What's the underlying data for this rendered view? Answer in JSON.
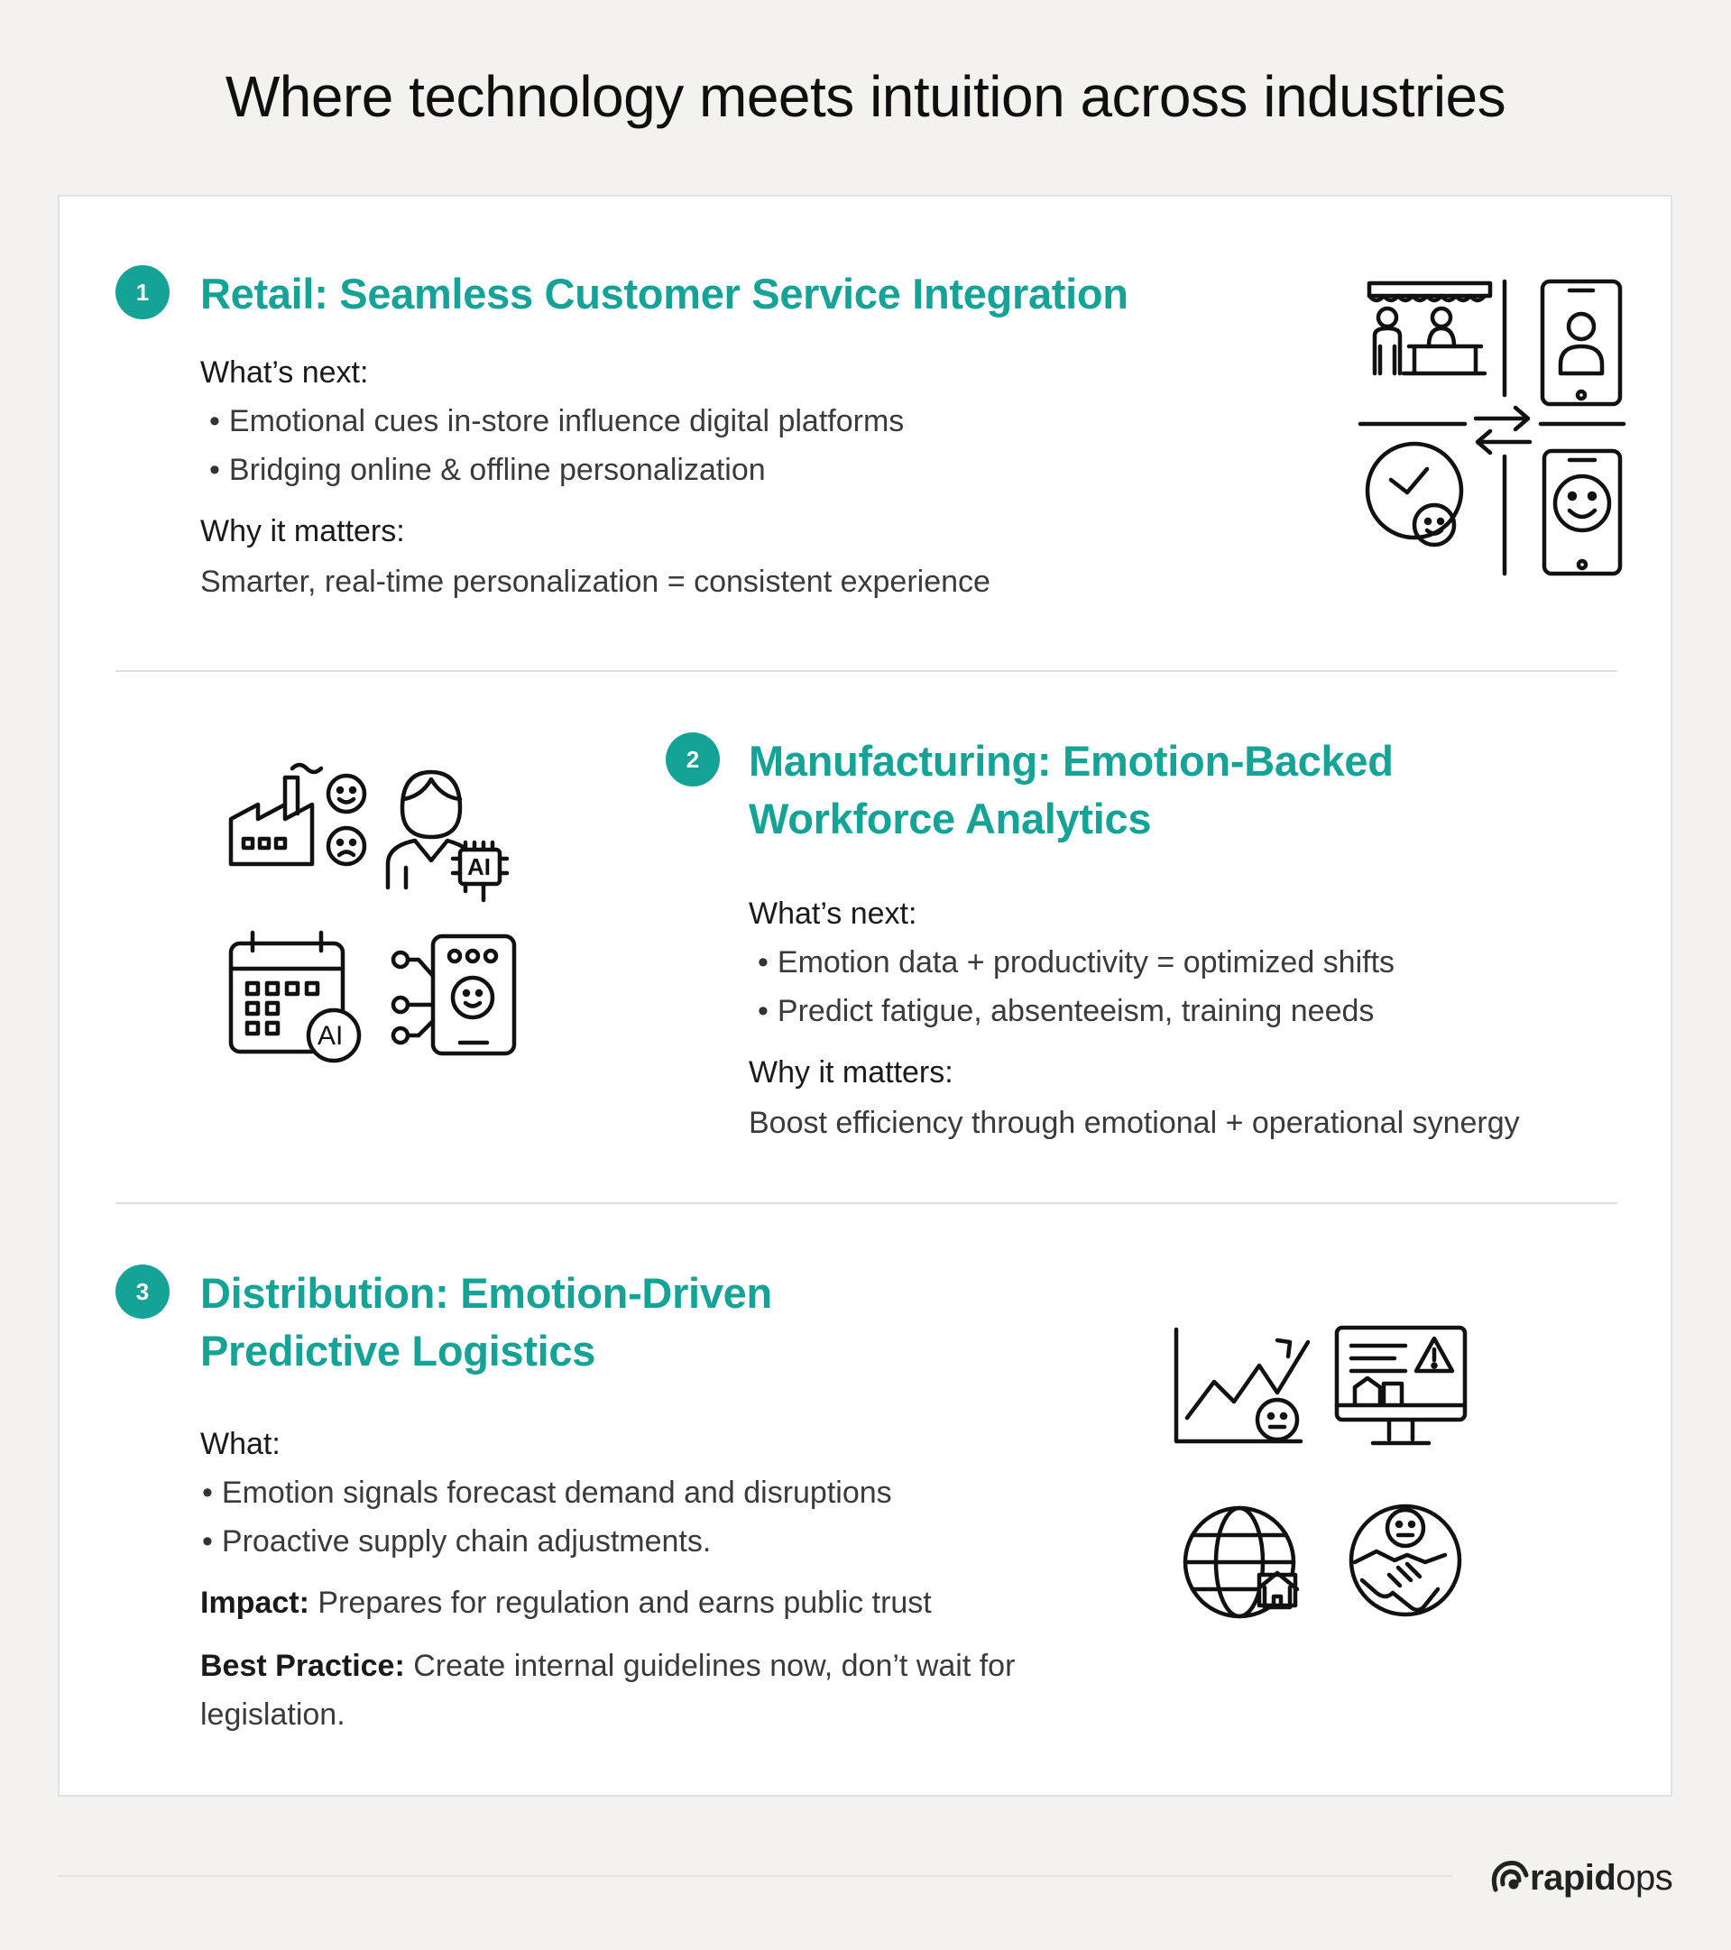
{
  "title": "Where technology meets intuition across industries",
  "sections": [
    {
      "number": "1",
      "heading_lines": [
        "Retail: Seamless Customer Service Integration"
      ],
      "next_label": "What’s next:",
      "bullets": [
        "Emotional cues in-store influence digital platforms",
        "Bridging online & offline personalization"
      ],
      "why_label": "Why it matters:",
      "why_text": "Smarter, real-time personalization = consistent experience"
    },
    {
      "number": "2",
      "heading_lines": [
        "Manufacturing: Emotion-Backed",
        "Workforce Analytics"
      ],
      "next_label": "What’s next:",
      "bullets": [
        "Emotion data + productivity = optimized shifts",
        "Predict fatigue, absenteeism, training needs"
      ],
      "why_label": "Why it matters:",
      "why_text": "Boost efficiency through emotional + operational synergy"
    },
    {
      "number": "3",
      "heading_lines": [
        "Distribution: Emotion-Driven",
        "Predictive Logistics"
      ],
      "next_label": "What:",
      "bullets": [
        "Emotion signals forecast demand and disruptions",
        "Proactive supply chain adjustments."
      ],
      "impact_label": "Impact:",
      "impact_text": "Prepares for regulation and earns public trust",
      "practice_label": "Best Practice:",
      "practice_text_1": "Create internal guidelines now, don’t wait for",
      "practice_text_2": "legislation."
    }
  ],
  "icons": {
    "retail": [
      "store-staff-icon",
      "smartphone-user-icon",
      "exchange-arrows-icon",
      "clock-face-icon",
      "smartphone-smile-icon"
    ],
    "manufacturing": [
      "factory-emotion-icon",
      "worker-ai-chip-icon",
      "calendar-ai-icon",
      "phone-circuit-face-icon"
    ],
    "distribution": [
      "trend-chart-face-icon",
      "monitor-warning-icon",
      "globe-home-icon",
      "handshake-face-icon"
    ]
  },
  "logo": {
    "bold": "rapid",
    "light": "ops"
  },
  "colors": {
    "accent": "#14a396",
    "background": "#f3f2ee",
    "card": "#ffffff"
  }
}
